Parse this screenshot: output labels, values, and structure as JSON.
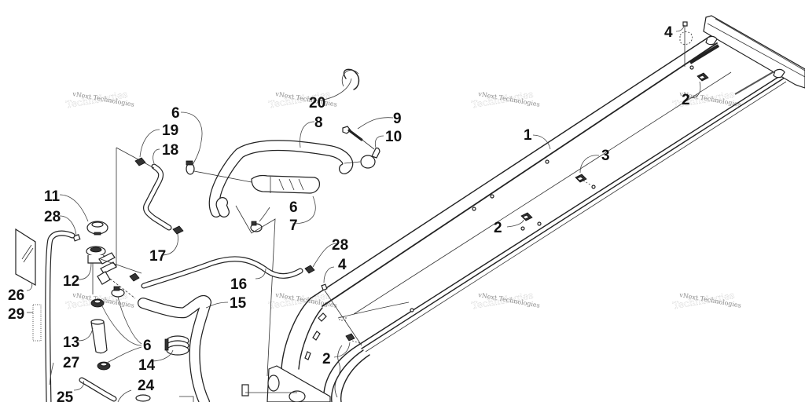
{
  "diagram": {
    "type": "exploded-parts-diagram",
    "subject": "cooling system hoses, radiator cap, tunnel coolers",
    "watermark_text": "vNext Technologies",
    "callouts": [
      {
        "id": "c1",
        "label": "1"
      },
      {
        "id": "c2a",
        "label": "2"
      },
      {
        "id": "c2b",
        "label": "2"
      },
      {
        "id": "c2c",
        "label": "2"
      },
      {
        "id": "c3",
        "label": "3"
      },
      {
        "id": "c4a",
        "label": "4"
      },
      {
        "id": "c4b",
        "label": "4"
      },
      {
        "id": "c6a",
        "label": "6"
      },
      {
        "id": "c6b",
        "label": "6"
      },
      {
        "id": "c6c",
        "label": "6"
      },
      {
        "id": "c7",
        "label": "7"
      },
      {
        "id": "c8",
        "label": "8"
      },
      {
        "id": "c9",
        "label": "9"
      },
      {
        "id": "c10",
        "label": "10"
      },
      {
        "id": "c11",
        "label": "11"
      },
      {
        "id": "c12",
        "label": "12"
      },
      {
        "id": "c13",
        "label": "13"
      },
      {
        "id": "c14",
        "label": "14"
      },
      {
        "id": "c15",
        "label": "15"
      },
      {
        "id": "c16",
        "label": "16"
      },
      {
        "id": "c17",
        "label": "17"
      },
      {
        "id": "c18",
        "label": "18"
      },
      {
        "id": "c19",
        "label": "19"
      },
      {
        "id": "c20",
        "label": "20"
      },
      {
        "id": "c24",
        "label": "24"
      },
      {
        "id": "c25",
        "label": "25"
      },
      {
        "id": "c26",
        "label": "26"
      },
      {
        "id": "c27",
        "label": "27"
      },
      {
        "id": "c28a",
        "label": "28"
      },
      {
        "id": "c28b",
        "label": "28"
      },
      {
        "id": "c29",
        "label": "29"
      }
    ],
    "parts": [
      {
        "number": "1",
        "name": "tunnel-cooler-rail"
      },
      {
        "number": "2",
        "name": "clip-nut"
      },
      {
        "number": "3",
        "name": "clip-nut"
      },
      {
        "number": "4",
        "name": "screw"
      },
      {
        "number": "6",
        "name": "hose-clamp"
      },
      {
        "number": "7",
        "name": "hose-sleeve"
      },
      {
        "number": "8",
        "name": "coolant-hose"
      },
      {
        "number": "9",
        "name": "cap-screw"
      },
      {
        "number": "10",
        "name": "hose-clip"
      },
      {
        "number": "11",
        "name": "radiator-cap"
      },
      {
        "number": "12",
        "name": "filler-neck"
      },
      {
        "number": "13",
        "name": "hose"
      },
      {
        "number": "14",
        "name": "hose-spring"
      },
      {
        "number": "15",
        "name": "coolant-hose"
      },
      {
        "number": "16",
        "name": "bleed-hose"
      },
      {
        "number": "17",
        "name": "clamp"
      },
      {
        "number": "18",
        "name": "hose"
      },
      {
        "number": "19",
        "name": "clamp"
      },
      {
        "number": "20",
        "name": "hose-clamp-band"
      },
      {
        "number": "24",
        "name": "fitting"
      },
      {
        "number": "25",
        "name": "tube"
      },
      {
        "number": "26",
        "name": "decal"
      },
      {
        "number": "27",
        "name": "overflow-hose"
      },
      {
        "number": "28",
        "name": "clamp"
      },
      {
        "number": "29",
        "name": "spring"
      }
    ]
  }
}
